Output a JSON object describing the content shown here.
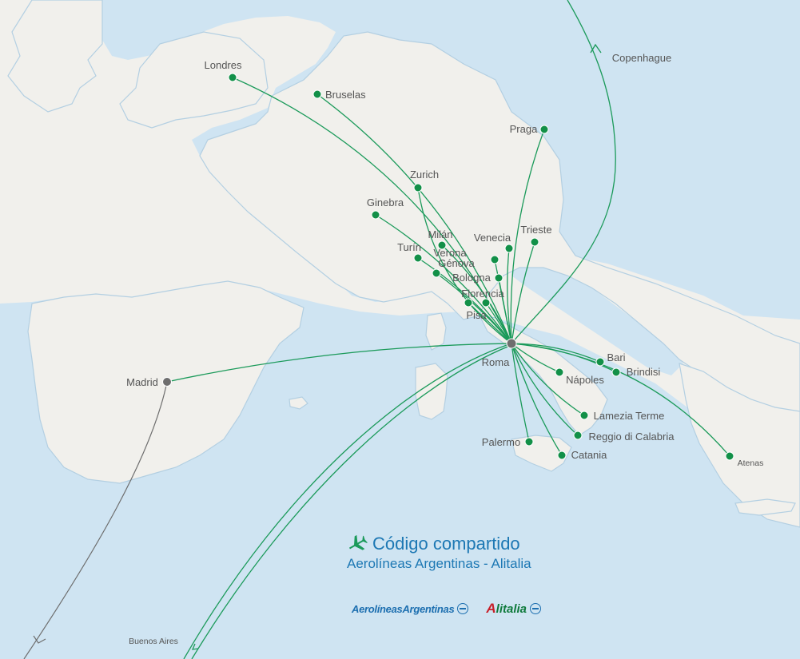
{
  "colors": {
    "water": "#cfe4f2",
    "land": "#f1f0ec",
    "route_green": "#1b9a5a",
    "route_grey": "#6e6e6e",
    "legend_blue": "#1d78b4"
  },
  "hub": {
    "name": "Roma"
  },
  "cities": [
    {
      "id": "londres",
      "name": "Londres"
    },
    {
      "id": "bruselas",
      "name": "Bruselas"
    },
    {
      "id": "copenhague",
      "name": "Copenhague"
    },
    {
      "id": "praga",
      "name": "Praga"
    },
    {
      "id": "zurich",
      "name": "Zurich"
    },
    {
      "id": "ginebra",
      "name": "Ginebra"
    },
    {
      "id": "milan",
      "name": "Milán"
    },
    {
      "id": "turin",
      "name": "Turín"
    },
    {
      "id": "venecia",
      "name": "Venecia"
    },
    {
      "id": "trieste",
      "name": "Trieste"
    },
    {
      "id": "verona",
      "name": "Verona"
    },
    {
      "id": "genova",
      "name": "Génova"
    },
    {
      "id": "bologna",
      "name": "Bologna"
    },
    {
      "id": "florencia",
      "name": "Florencia"
    },
    {
      "id": "pisa",
      "name": "Pisa"
    },
    {
      "id": "bari",
      "name": "Bari"
    },
    {
      "id": "brindisi",
      "name": "Brindisi"
    },
    {
      "id": "napoles",
      "name": "Nápoles"
    },
    {
      "id": "lamezia",
      "name": "Lamezia Terme"
    },
    {
      "id": "reggio",
      "name": "Reggio di Calabria"
    },
    {
      "id": "palermo",
      "name": "Palermo"
    },
    {
      "id": "catania",
      "name": "Catania"
    },
    {
      "id": "atenas",
      "name": "Atenas"
    },
    {
      "id": "madrid",
      "name": "Madrid"
    },
    {
      "id": "buenosaires",
      "name": "Buenos Aires"
    }
  ],
  "legend": {
    "title": "Código compartido",
    "subtitle": "Aerolíneas Argentinas - Alitalia"
  },
  "logos": {
    "aerolineas": "AerolíneasArgentinas",
    "alitalia_initial": "A",
    "alitalia_rest": "litalia"
  }
}
